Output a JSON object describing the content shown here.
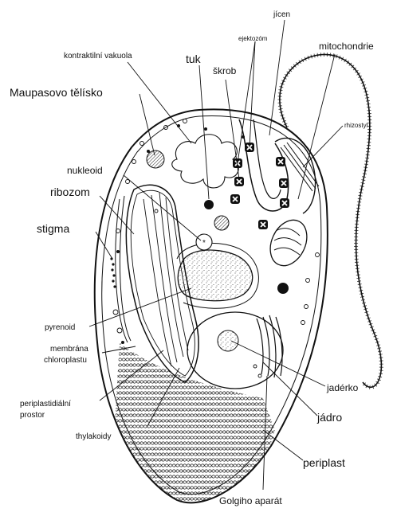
{
  "labels": {
    "jicen": "jícen",
    "ejektozom": "ejektozóm",
    "mitochondrie": "mitochondrie",
    "kontraktilni_vakuola": "kontraktilní vakuola",
    "tuk": "tuk",
    "skrob": "škrob",
    "maupasovo_telisko": "Maupasovo tělísko",
    "rhizostyl": "rhizostyl",
    "nukleoid": "nukleoid",
    "ribozom": "ribozom",
    "stigma": "stigma",
    "pyrenoid": "pyrenoid",
    "membrana_line1": "membrána",
    "membrana_line2": "chloroplastu",
    "periplastidialni_line1": "periplastidiální",
    "periplastidialni_line2": "prostor",
    "thylakoidy": "thylakoidy",
    "jaderko": "jadérko",
    "jadro": "jádro",
    "periplast": "periplast",
    "golgiho_aparat": "Golgiho aparát"
  }
}
